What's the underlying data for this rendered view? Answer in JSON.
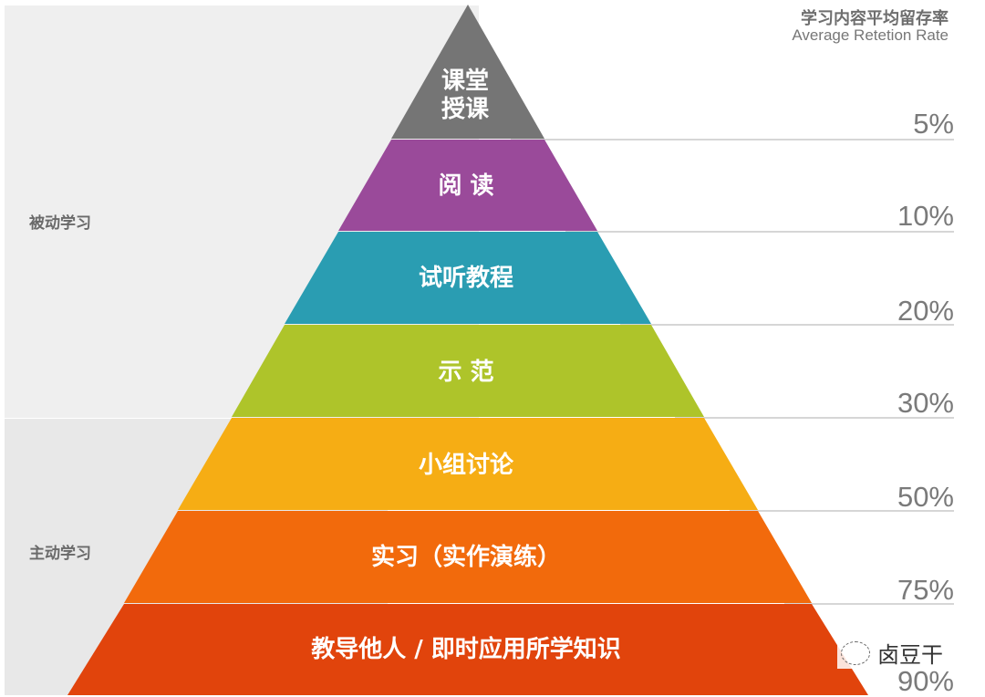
{
  "header": {
    "title_cn": "学习内容平均留存率",
    "title_en": "Average Retetion Rate"
  },
  "groups": [
    {
      "label": "被动学习",
      "color": "#efefef"
    },
    {
      "label": "主动学习",
      "color": "#e8e8e8"
    }
  ],
  "levels": [
    {
      "label": "课堂\n授课",
      "line1": "课堂",
      "line2": "授课",
      "percent": "5%",
      "color": "#757575"
    },
    {
      "label": "阅 读",
      "percent": "10%",
      "color": "#9a4a9a"
    },
    {
      "label": "试听教程",
      "percent": "20%",
      "color": "#2a9db2"
    },
    {
      "label": "示 范",
      "percent": "30%",
      "color": "#aec42a"
    },
    {
      "label": "小组讨论",
      "percent": "50%",
      "color": "#f6ad14"
    },
    {
      "label": "实习（实作演练）",
      "percent": "75%",
      "color": "#f26a0c"
    },
    {
      "label": "教导他人 / 即时应用所学知识",
      "percent": "90%",
      "color": "#e1440c"
    }
  ],
  "watermark": {
    "text": "卤豆干",
    "icon": "wechat-icon"
  },
  "chart_data": {
    "type": "pyramid",
    "title": "学习内容平均留存率 Average Retetion Rate",
    "categories": [
      "课堂授课",
      "阅读",
      "试听教程",
      "示范",
      "小组讨论",
      "实习（实作演练）",
      "教导他人 / 即时应用所学知识"
    ],
    "values": [
      5,
      10,
      20,
      30,
      50,
      75,
      90
    ],
    "unit": "%",
    "groups": [
      {
        "name": "被动学习",
        "members": [
          "课堂授课",
          "阅读",
          "试听教程",
          "示范"
        ]
      },
      {
        "name": "主动学习",
        "members": [
          "小组讨论",
          "实习（实作演练）",
          "教导他人 / 即时应用所学知识"
        ]
      }
    ]
  }
}
